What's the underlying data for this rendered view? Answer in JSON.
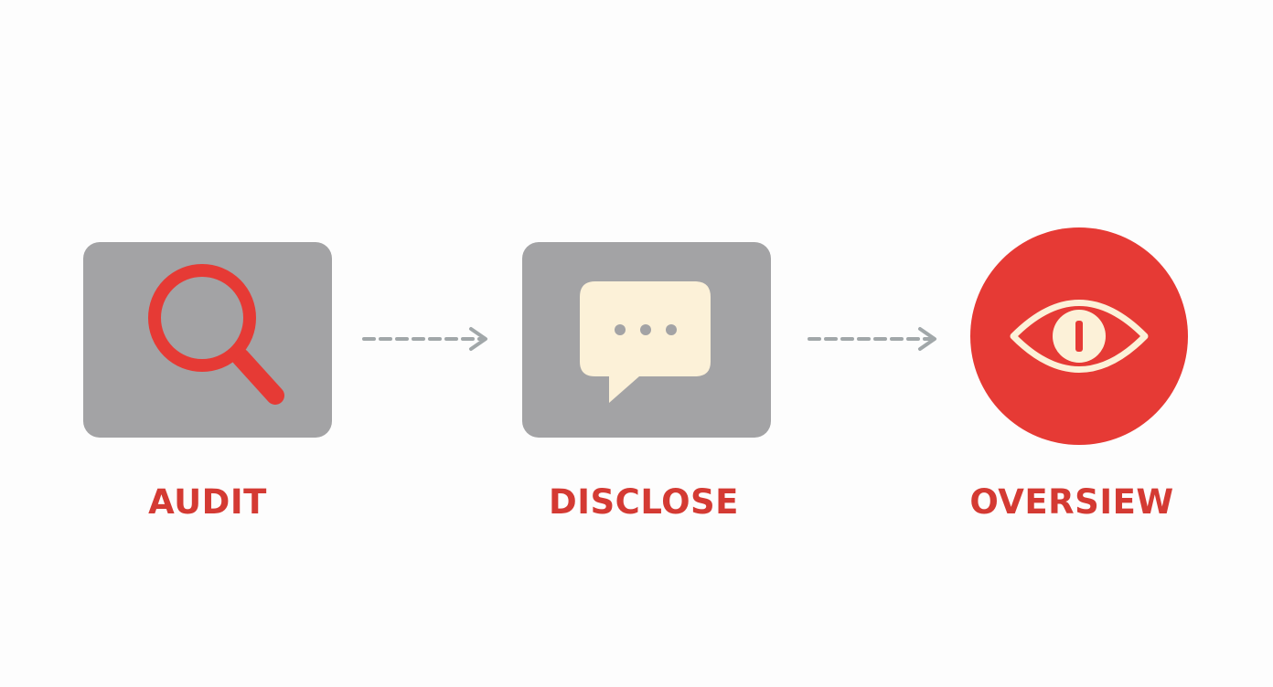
{
  "steps": [
    {
      "label": "AUDIT",
      "icon": "magnifying-glass-icon"
    },
    {
      "label": "DISCLOSE",
      "icon": "speech-bubble-icon"
    },
    {
      "label": "OVERSIEW",
      "icon": "eye-icon"
    }
  ],
  "connectors": [
    "dashed-arrow",
    "dashed-arrow"
  ],
  "colors": {
    "accent_red": "#e63a35",
    "label_red": "#d43a33",
    "card_gray": "#a3a3a5",
    "bubble_cream": "#fcf1d8",
    "arrow_gray": "#a1a7a9",
    "background": "#fdfdfd"
  }
}
